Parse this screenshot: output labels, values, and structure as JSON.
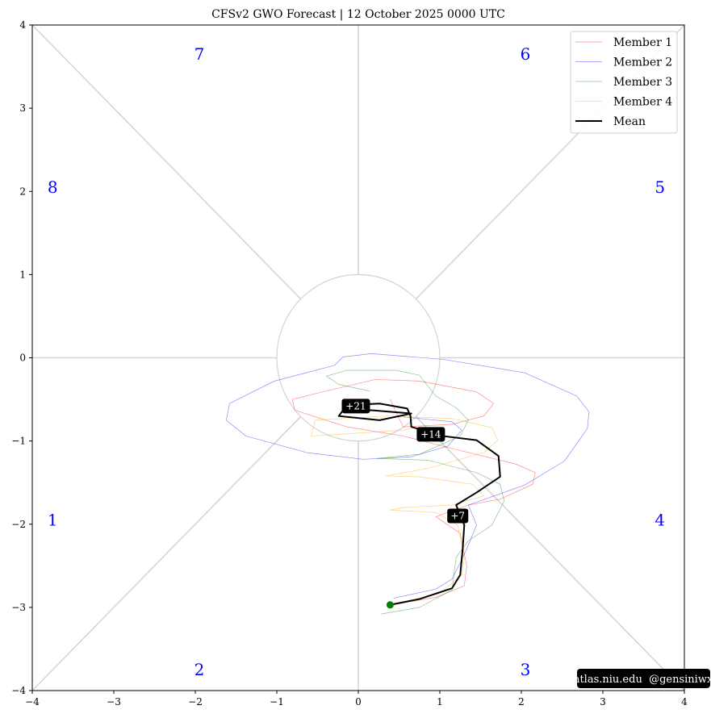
{
  "chart_data": {
    "type": "line",
    "title": "CFSv2 GWO Forecast  |  12  October  2025 0000 UTC",
    "xlim": [
      -4,
      4
    ],
    "ylim": [
      -4,
      4
    ],
    "xticks": [
      -4,
      -3,
      -2,
      -1,
      0,
      1,
      2,
      3,
      4
    ],
    "yticks": [
      -4,
      -3,
      -2,
      -1,
      0,
      1,
      2,
      3,
      4
    ],
    "xtick_labels": [
      "−4",
      "−3",
      "−2",
      "−1",
      "0",
      "1",
      "2",
      "3",
      "4"
    ],
    "ytick_labels": [
      "−4",
      "−3",
      "−2",
      "−1",
      "0",
      "1",
      "2",
      "3",
      "4"
    ],
    "grid": false,
    "legend_position": "top-right",
    "phases": [
      {
        "label": "7",
        "x": -1.95,
        "y": 3.65
      },
      {
        "label": "6",
        "x": 2.05,
        "y": 3.65
      },
      {
        "label": "8",
        "x": -3.75,
        "y": 2.05
      },
      {
        "label": "5",
        "x": 3.7,
        "y": 2.05
      },
      {
        "label": "1",
        "x": -3.75,
        "y": -1.95
      },
      {
        "label": "4",
        "x": 3.7,
        "y": -1.95
      },
      {
        "label": "2",
        "x": -1.95,
        "y": -3.75
      },
      {
        "label": "3",
        "x": 2.05,
        "y": -3.75
      }
    ],
    "series": [
      {
        "name": "Member 1",
        "color": "#ff0000",
        "points": [
          [
            0.39,
            -2.97
          ],
          [
            0.95,
            -2.88
          ],
          [
            1.3,
            -2.74
          ],
          [
            1.33,
            -2.5
          ],
          [
            1.25,
            -2.11
          ],
          [
            0.95,
            -1.91
          ],
          [
            1.35,
            -1.77
          ],
          [
            1.74,
            -1.7
          ],
          [
            2.14,
            -1.52
          ],
          [
            2.17,
            -1.38
          ],
          [
            1.94,
            -1.28
          ],
          [
            1.15,
            -1.09
          ],
          [
            0.55,
            -0.94
          ],
          [
            -0.14,
            -0.83
          ],
          [
            -0.78,
            -0.63
          ],
          [
            -0.81,
            -0.5
          ],
          [
            -0.44,
            -0.41
          ],
          [
            0.21,
            -0.26
          ],
          [
            0.75,
            -0.28
          ],
          [
            1.45,
            -0.41
          ],
          [
            1.66,
            -0.55
          ],
          [
            1.54,
            -0.7
          ],
          [
            1.15,
            -0.8
          ],
          [
            0.55,
            -0.83
          ],
          [
            0.39,
            -0.5
          ]
        ]
      },
      {
        "name": "Member 2",
        "color": "#0000ff",
        "points": [
          [
            0.43,
            -2.89
          ],
          [
            0.95,
            -2.78
          ],
          [
            1.15,
            -2.66
          ],
          [
            1.33,
            -2.3
          ],
          [
            1.45,
            -2.01
          ],
          [
            1.35,
            -1.77
          ],
          [
            2.04,
            -1.53
          ],
          [
            2.53,
            -1.24
          ],
          [
            2.81,
            -0.85
          ],
          [
            2.83,
            -0.65
          ],
          [
            2.68,
            -0.46
          ],
          [
            2.04,
            -0.18
          ],
          [
            1.05,
            -0.02
          ],
          [
            0.16,
            0.05
          ],
          [
            -0.19,
            0.01
          ],
          [
            -0.29,
            -0.09
          ],
          [
            -1.03,
            -0.28
          ],
          [
            -1.58,
            -0.55
          ],
          [
            -1.62,
            -0.75
          ],
          [
            -1.38,
            -0.94
          ],
          [
            -0.63,
            -1.14
          ],
          [
            0.06,
            -1.22
          ],
          [
            0.65,
            -1.19
          ],
          [
            1.1,
            -1.06
          ],
          [
            1.27,
            -0.87
          ],
          [
            1.15,
            -0.77
          ],
          [
            0.55,
            -0.71
          ]
        ]
      },
      {
        "name": "Member 3",
        "color": "#008000",
        "points": [
          [
            0.28,
            -3.08
          ],
          [
            0.75,
            -3.0
          ],
          [
            1.15,
            -2.79
          ],
          [
            1.2,
            -2.4
          ],
          [
            1.35,
            -2.2
          ],
          [
            1.64,
            -2.01
          ],
          [
            1.79,
            -1.72
          ],
          [
            1.74,
            -1.52
          ],
          [
            1.45,
            -1.38
          ],
          [
            0.85,
            -1.23
          ],
          [
            0.23,
            -1.21
          ],
          [
            0.75,
            -1.16
          ],
          [
            1.25,
            -0.94
          ],
          [
            1.35,
            -0.75
          ],
          [
            1.2,
            -0.6
          ],
          [
            0.95,
            -0.46
          ],
          [
            0.75,
            -0.21
          ],
          [
            0.46,
            -0.15
          ],
          [
            -0.14,
            -0.15
          ],
          [
            -0.39,
            -0.22
          ],
          [
            -0.24,
            -0.32
          ],
          [
            0.14,
            -0.4
          ]
        ]
      },
      {
        "name": "Member 4",
        "color": "#ffa500",
        "points": [
          [
            0.44,
            -2.96
          ],
          [
            1.0,
            -2.83
          ],
          [
            1.27,
            -2.61
          ],
          [
            1.3,
            -2.4
          ],
          [
            1.22,
            -2.01
          ],
          [
            0.95,
            -1.86
          ],
          [
            0.39,
            -1.83
          ],
          [
            0.55,
            -1.8
          ],
          [
            1.15,
            -1.77
          ],
          [
            1.54,
            -1.66
          ],
          [
            1.4,
            -1.52
          ],
          [
            0.75,
            -1.43
          ],
          [
            0.34,
            -1.42
          ],
          [
            0.85,
            -1.33
          ],
          [
            1.54,
            -1.14
          ],
          [
            1.71,
            -0.99
          ],
          [
            1.64,
            -0.84
          ],
          [
            1.15,
            -0.73
          ],
          [
            0.36,
            -0.7
          ],
          [
            -0.53,
            -0.75
          ],
          [
            -0.58,
            -0.94
          ],
          [
            -0.24,
            -0.92
          ],
          [
            0.55,
            -0.87
          ],
          [
            0.7,
            -0.84
          ]
        ]
      },
      {
        "name": "Mean",
        "color": "#000000",
        "points": [
          [
            0.39,
            -2.97
          ],
          [
            0.75,
            -2.9
          ],
          [
            1.15,
            -2.77
          ],
          [
            1.25,
            -2.61
          ],
          [
            1.28,
            -2.3
          ],
          [
            1.3,
            -2.01
          ],
          [
            1.2,
            -1.77
          ],
          [
            1.45,
            -1.62
          ],
          [
            1.74,
            -1.43
          ],
          [
            1.72,
            -1.18
          ],
          [
            1.45,
            -0.99
          ],
          [
            1.03,
            -0.94
          ],
          [
            0.65,
            -0.83
          ],
          [
            0.64,
            -0.7
          ],
          [
            0.6,
            -0.61
          ],
          [
            0.26,
            -0.55
          ],
          [
            -0.14,
            -0.57
          ],
          [
            -0.24,
            -0.7
          ],
          [
            0.26,
            -0.75
          ],
          [
            0.65,
            -0.67
          ],
          [
            0.16,
            -0.63
          ],
          [
            -0.14,
            -0.63
          ]
        ]
      }
    ],
    "start_point": {
      "x": 0.39,
      "y": -2.97,
      "color": "#008000"
    },
    "annotations": [
      {
        "label": "+7",
        "x": 1.22,
        "y": -1.9
      },
      {
        "label": "+14",
        "x": 0.89,
        "y": -0.92
      },
      {
        "label": "+21",
        "x": -0.03,
        "y": -0.58
      }
    ],
    "watermark": "atlas.niu.edu  @gensiniwx"
  }
}
